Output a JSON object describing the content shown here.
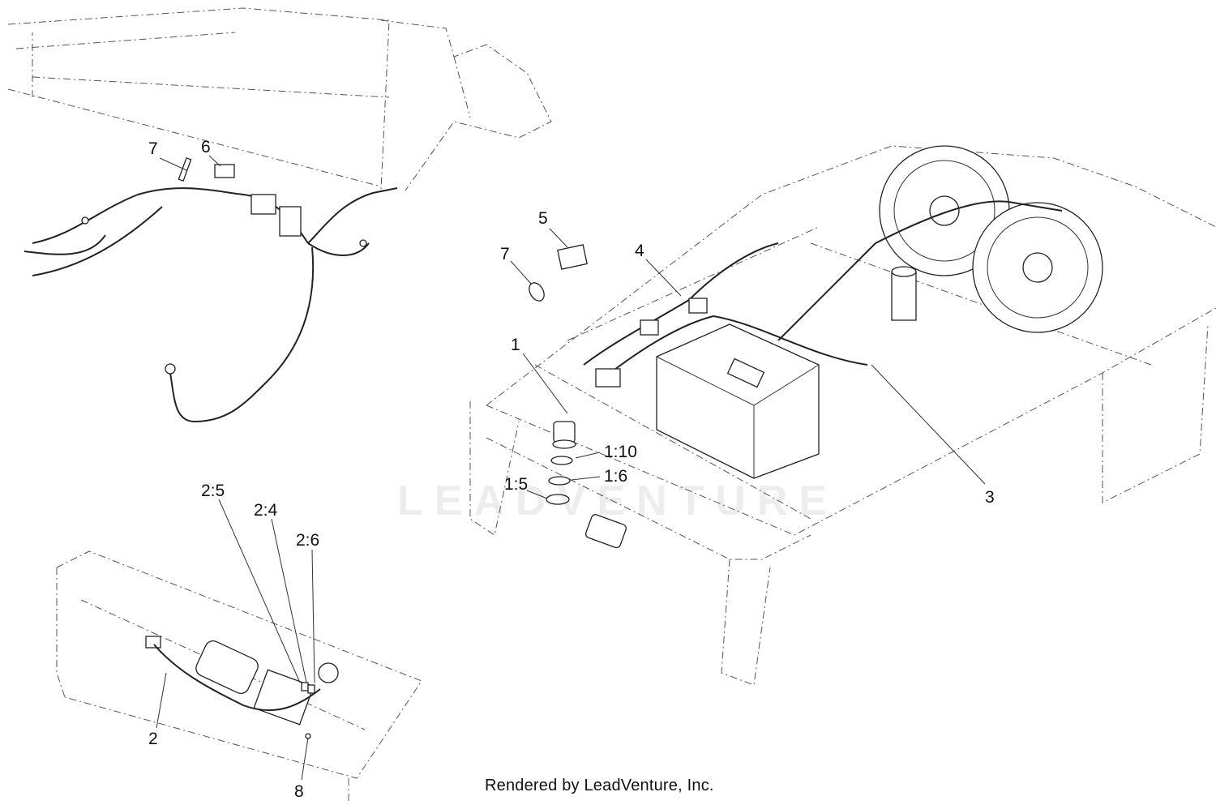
{
  "callouts": [
    {
      "id": "1",
      "label": "1"
    },
    {
      "id": "1_10",
      "label": "1:10"
    },
    {
      "id": "1_6",
      "label": "1:6"
    },
    {
      "id": "1_5",
      "label": "1:5"
    },
    {
      "id": "2",
      "label": "2"
    },
    {
      "id": "2_5",
      "label": "2:5"
    },
    {
      "id": "2_4",
      "label": "2:4"
    },
    {
      "id": "2_6",
      "label": "2:6"
    },
    {
      "id": "3",
      "label": "3"
    },
    {
      "id": "4",
      "label": "4"
    },
    {
      "id": "5",
      "label": "5"
    },
    {
      "id": "6",
      "label": "6"
    },
    {
      "id": "7a",
      "label": "7"
    },
    {
      "id": "7b",
      "label": "7"
    },
    {
      "id": "8",
      "label": "8"
    }
  ],
  "watermark": "LEADVENTURE",
  "footer": "Rendered by LeadVenture, Inc."
}
